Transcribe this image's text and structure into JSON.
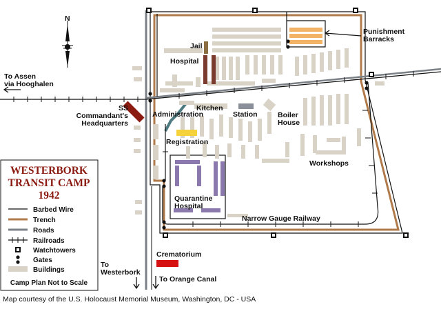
{
  "title": [
    "WESTERBORK",
    "TRANSIT CAMP",
    "1942"
  ],
  "north": "N",
  "labels": {
    "punishment_barracks": [
      "Punishment",
      "Barracks"
    ],
    "jail": "Jail",
    "hospital": "Hospital",
    "to_assen": [
      "To Assen",
      "via Hooghalen"
    ],
    "ss_hq": [
      "SS",
      "Commandant's",
      "Headquarters"
    ],
    "administration": "Administration",
    "kitchen": "Kitchen",
    "station": "Station",
    "boiler_house": [
      "Boiler",
      "House"
    ],
    "registration": "Registration",
    "workshops": "Workshops",
    "quarantine_hospital": [
      "Quarantine",
      "Hospital"
    ],
    "narrow_gauge": "Narrow Gauge Railway",
    "crematorium": "Crematorium",
    "to_westerbork": [
      "To",
      "Westerbork"
    ],
    "to_orange_canal": "To Orange Canal"
  },
  "legend": {
    "items": [
      "Barbed Wire",
      "Trench",
      "Roads",
      "Railroads",
      "Watchtowers",
      "Gates",
      "Buildings"
    ],
    "note": "Camp Plan Not to Scale"
  },
  "credit": "Map courtesy of the U.S. Holocaust Memorial Museum, Washington, DC - USA",
  "colors": {
    "trench": "#b07a4a",
    "road": "#7a8085",
    "buildings": "#d8d3c6",
    "punishment": "#f2b366",
    "hospital": "#7a3a2e",
    "ss_hq": "#8b1a10",
    "quarantine": "#8b78ad",
    "registration": "#f5d23a",
    "crematorium": "#d41010",
    "station": "#8a8f9a",
    "admin": "#4d7a80",
    "title": "#8b1a10"
  }
}
